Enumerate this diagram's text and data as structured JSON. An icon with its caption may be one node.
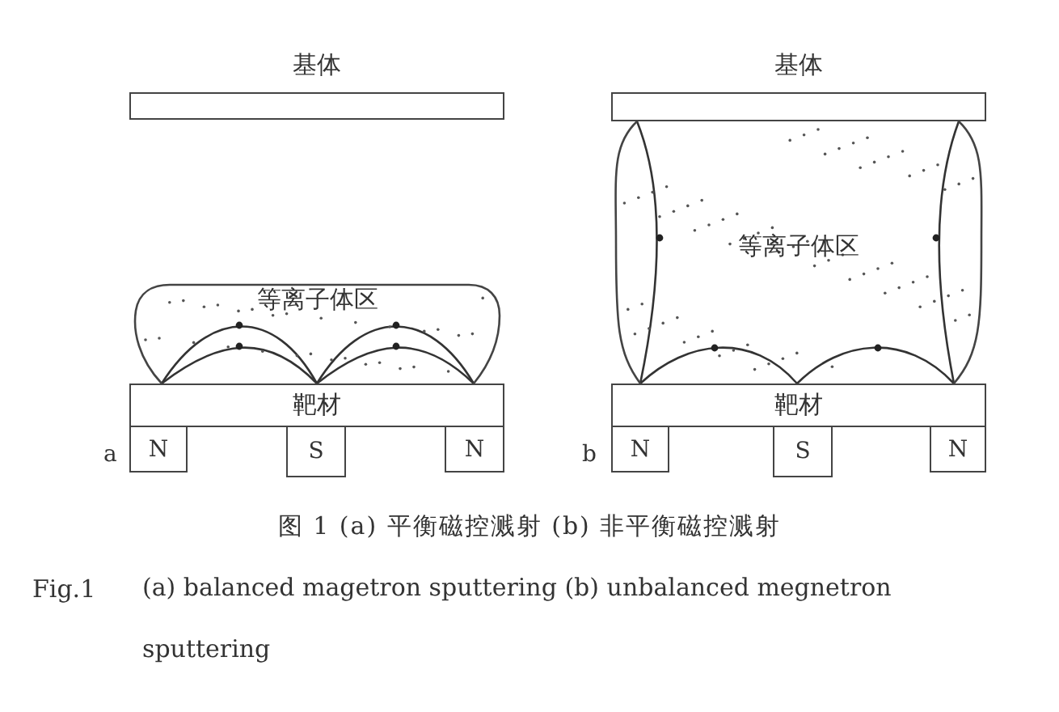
{
  "diagram": {
    "caption": "图 1 (a) 平衡磁控溅射 (b) 非平衡磁控溅射",
    "nodes": [
      {
        "text": [
          "基体"
        ]
      },
      {
        "text": [
          "等离子体区"
        ]
      },
      {
        "text": [
          "靶材"
        ]
      },
      {
        "text": [
          "N"
        ]
      },
      {
        "text": [
          "S"
        ]
      },
      {
        "text": [
          "N"
        ]
      },
      {
        "text": [
          "基体"
        ]
      },
      {
        "text": [
          "等离子体区"
        ]
      },
      {
        "text": [
          "靶材"
        ]
      },
      {
        "text": [
          "N"
        ]
      },
      {
        "text": [
          "S"
        ]
      },
      {
        "text": [
          "N"
        ]
      }
    ],
    "labels": [
      "a",
      "b",
      "Fig.1",
      "(a) balanced magetron sputtering (b) unbalanced megnetron sputtering"
    ]
  }
}
